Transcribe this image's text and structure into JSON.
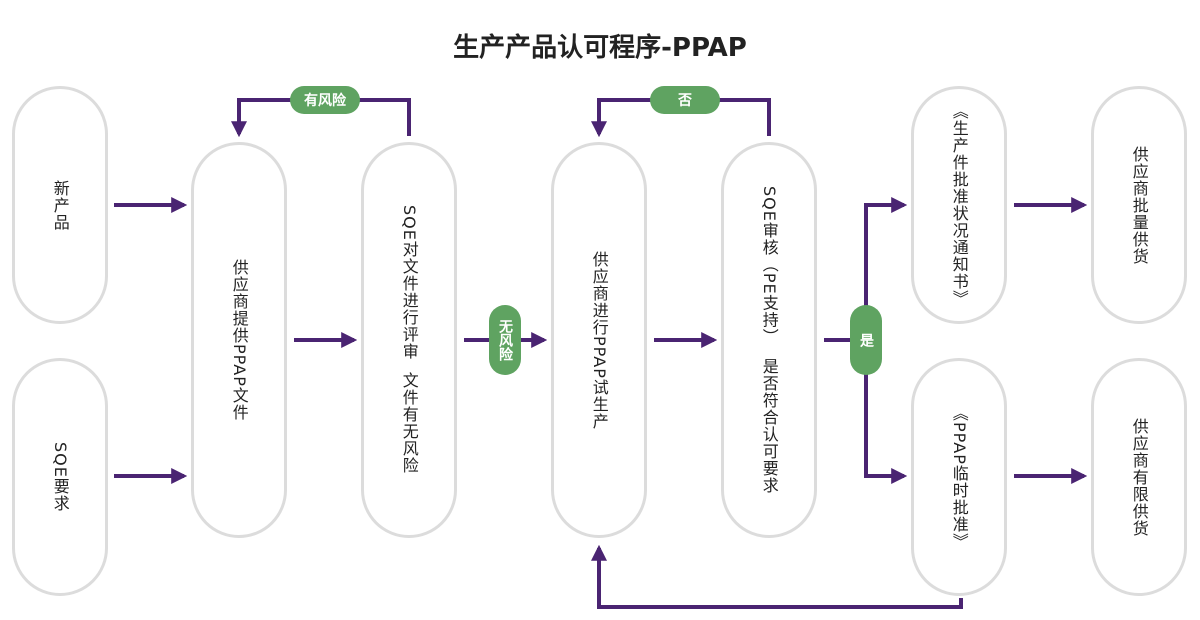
{
  "title": "生产产品认可程序-PPAP",
  "colors": {
    "arrow": "#4a2472",
    "badge": "#5fa361",
    "node_border": "#dcdcdc"
  },
  "nodes": {
    "new_product": "新产品",
    "sqe_requirement": "SQE要求",
    "supplier_submit": "供应商提供PPAP文件",
    "sqe_review_docs": "SQE对文件进行评审  文件有无风险",
    "supplier_trial": "供应商进行PPAP试生产",
    "sqe_audit": "SQE审核（PE支持）  是否符合认可要求",
    "approval_notice": "《生产件批准状况通知书》",
    "temp_approval": "《PPAP临时批准》",
    "mass_supply": "供应商批量供货",
    "limited_supply": "供应商有限供货"
  },
  "badges": {
    "has_risk": "有风险",
    "no_risk": "无风险",
    "no": "否",
    "yes": "是"
  }
}
